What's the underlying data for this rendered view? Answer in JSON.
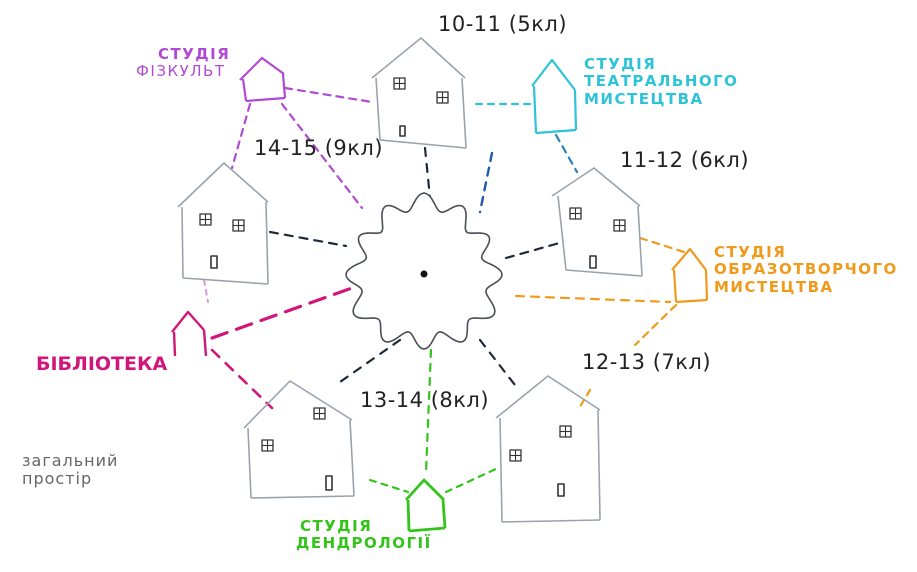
{
  "labels": {
    "age_10_11": "10-11 (5кл)",
    "age_11_12": "11-12 (6кл)",
    "age_12_13": "12-13 (7кл)",
    "age_13_14": "13-14 (8кл)",
    "age_14_15": "14-15 (9кл)",
    "studio_phys": [
      "СТУДІЯ",
      "ФІЗКУЛЬТ"
    ],
    "studio_theatre": [
      "СТУДІЯ",
      "ТЕАТРАЛЬНОГО",
      "МИСТЕЦТВА"
    ],
    "studio_art": [
      "СТУДІЯ",
      "ОБРАЗОТВОРЧОГО",
      "МИСТЕЦТВА"
    ],
    "studio_dendro": [
      "СТУДІЯ",
      "ДЕНДРОЛОГІЇ"
    ],
    "library": "БІБЛІОТЕКА",
    "common_space": [
      "загальний",
      "простір"
    ]
  },
  "colors": {
    "phys": "#b04ad4",
    "theatre": "#2ec3d8",
    "art": "#f09a1c",
    "dendro": "#33c41a",
    "library": "#d0167a",
    "blue_links": "#1f5aa8",
    "dark_links": "#1e2a3a",
    "houses": "#9aa3ad"
  }
}
